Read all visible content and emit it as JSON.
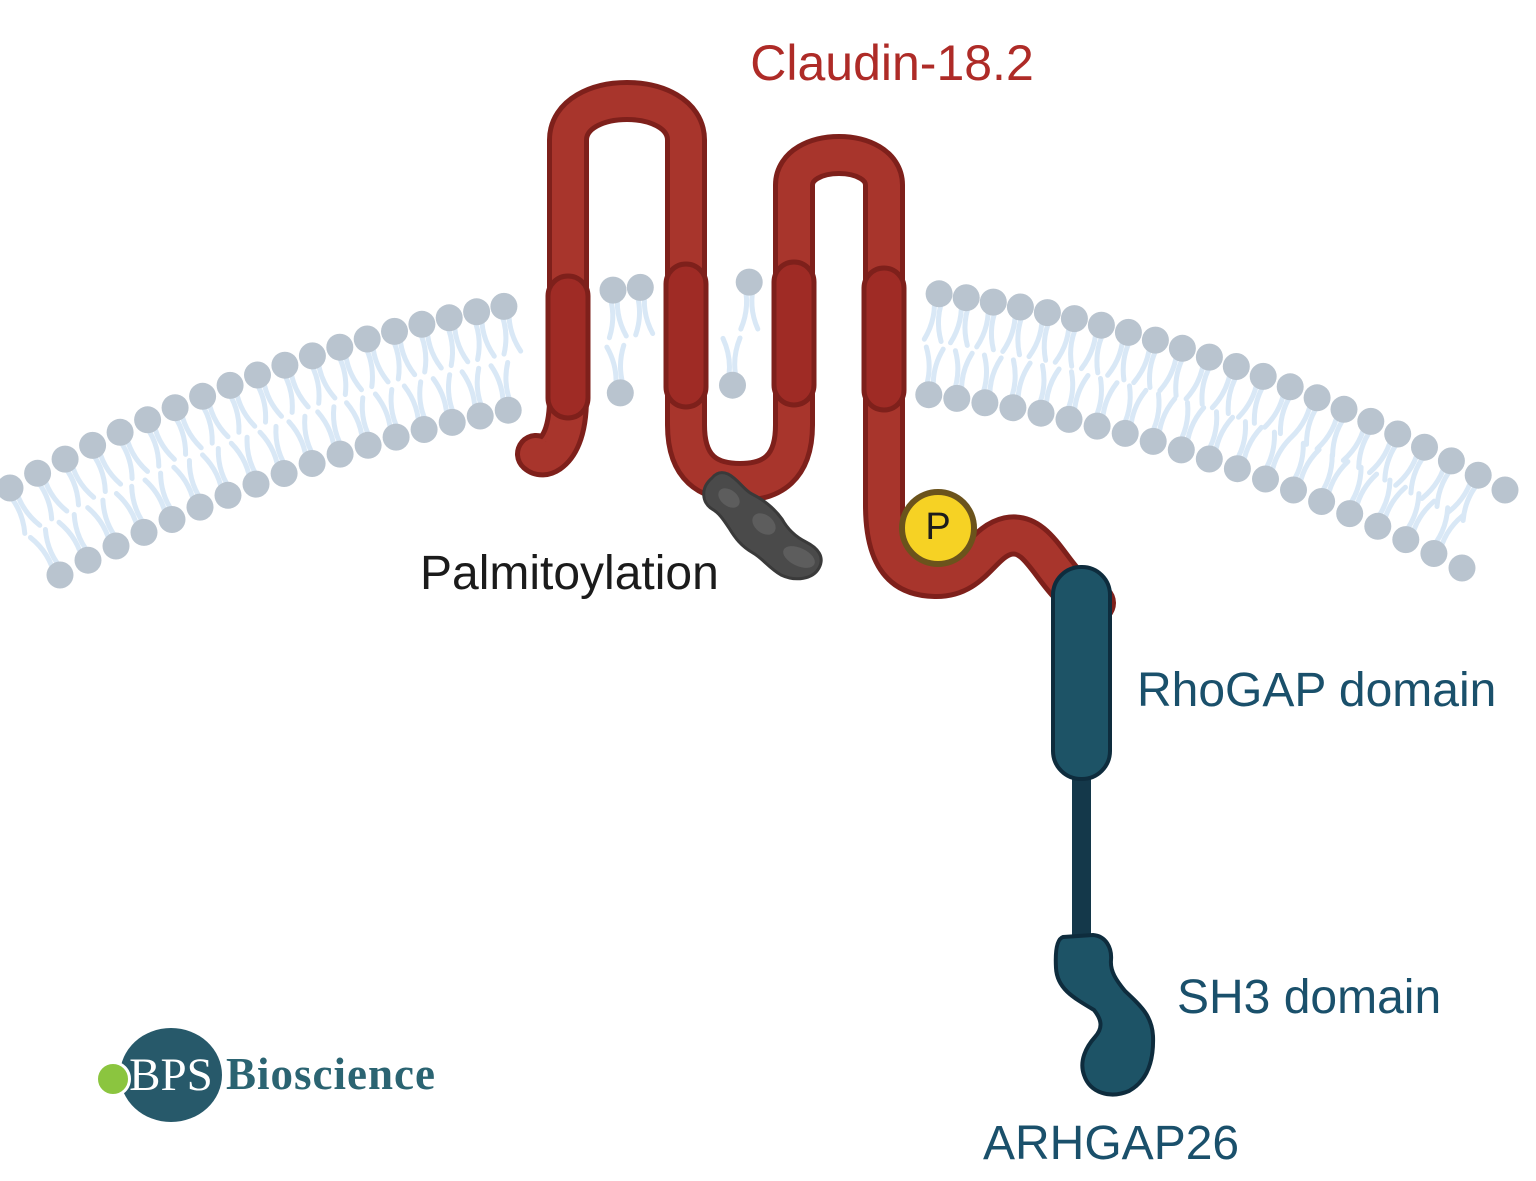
{
  "title": "Claudin-18.2",
  "labels": {
    "palmitoylation": "Palmitoylation",
    "phospho": "P",
    "rhogap_domain": "RhoGAP domain",
    "sh3_domain": "SH3 domain",
    "protein_name": "ARHGAP26"
  },
  "logo": {
    "abbr": "BPS",
    "name": "Bioscience"
  },
  "colors": {
    "bg": "#ffffff",
    "title-red": "#ae2b27",
    "claudin-red": "#a8352c",
    "claudin-pill": "#9f2b25",
    "claudin-red-dark": "#7e201b",
    "teal": "#1d5366",
    "teal-dark": "#0e2c3d",
    "teal-connector": "#14384a",
    "teal-text": "#1a506b",
    "head-gray": "#b9c4cf",
    "tail-blue": "#d9e8f6",
    "phospho-yellow": "#f6d224",
    "phospho-border": "#6b531c",
    "palmitoyl-gray": "#4a4a4a",
    "palmitoyl-light": "#5d5d5d",
    "palmitoyl-border": "#3a3a3a",
    "text-black": "#1b1b1b",
    "logo-teal": "#27596a",
    "logo-green": "#8bc53f",
    "logo-text-teal": "#2b6472"
  }
}
